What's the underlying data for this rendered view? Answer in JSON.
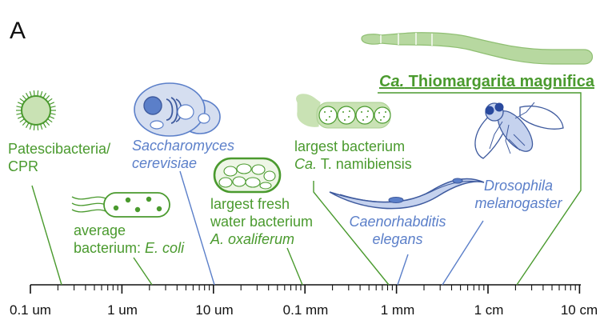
{
  "panel_label": "A",
  "colors": {
    "prokaryote_green": "#4a9a2e",
    "eukaryote_blue": "#5b7fc9",
    "fill_green": "#c9e2b4",
    "fill_blue": "#d5def0",
    "axis": "#111111"
  },
  "axis": {
    "scale": "log10",
    "unit": "meters",
    "tick_labels": [
      "0.1 um",
      "1 um",
      "10 um",
      "0.1 mm",
      "1 mm",
      "1 cm",
      "10 cm"
    ]
  },
  "organisms": {
    "cpr": {
      "line1": "Patescibacteria/",
      "line2": "CPR",
      "icon": "spiky-round-cell-icon"
    },
    "ecoli": {
      "line1": "average",
      "line2_prefix": "bacterium: ",
      "line2_species": "E. coli",
      "icon": "flagellated-rod-cell-icon"
    },
    "yeast": {
      "line1": "Saccharomyces",
      "line2": "cerevisiae",
      "icon": "budding-yeast-cell-icon"
    },
    "oxaliferum": {
      "line1": "largest fresh",
      "line2": "water bacterium",
      "line3": "A. oxaliferum",
      "icon": "vacuolated-oval-cell-icon"
    },
    "namibiensis": {
      "line1": "largest bacterium",
      "line2_genus": "Ca.",
      "line2_rest": " T. namibiensis",
      "icon": "cell-chain-icon"
    },
    "celegans": {
      "line1": "Caenorhabditis",
      "line2": "elegans",
      "icon": "nematode-worm-icon"
    },
    "drosophila": {
      "line1": "Drosophila",
      "line2": "melanogaster",
      "icon": "fruit-fly-icon"
    },
    "magnifica": {
      "genus": "Ca.",
      "rest": " Thiomargarita magnifica",
      "icon": "long-filament-icon"
    }
  }
}
